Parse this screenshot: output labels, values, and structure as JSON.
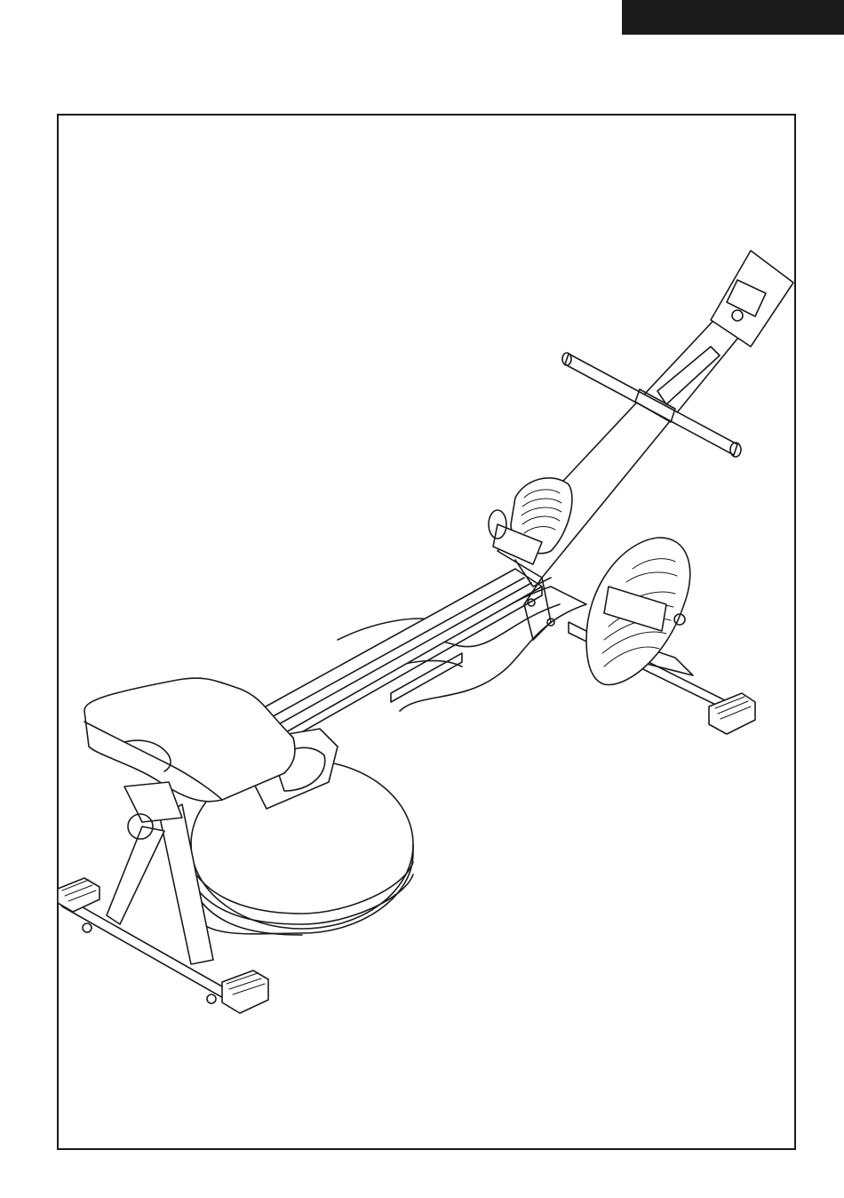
{
  "page": {
    "header_tab_color": "#1a1a1a",
    "frame_color": "#1a1a1a"
  },
  "illustration": {
    "subject": "rowing-machine-line-drawing",
    "parts": [
      "monitor",
      "handlebar",
      "rail",
      "seat",
      "foot-pedal-left",
      "foot-pedal-right",
      "water-tank",
      "front-stabilizer",
      "rear-stabilizer"
    ]
  }
}
